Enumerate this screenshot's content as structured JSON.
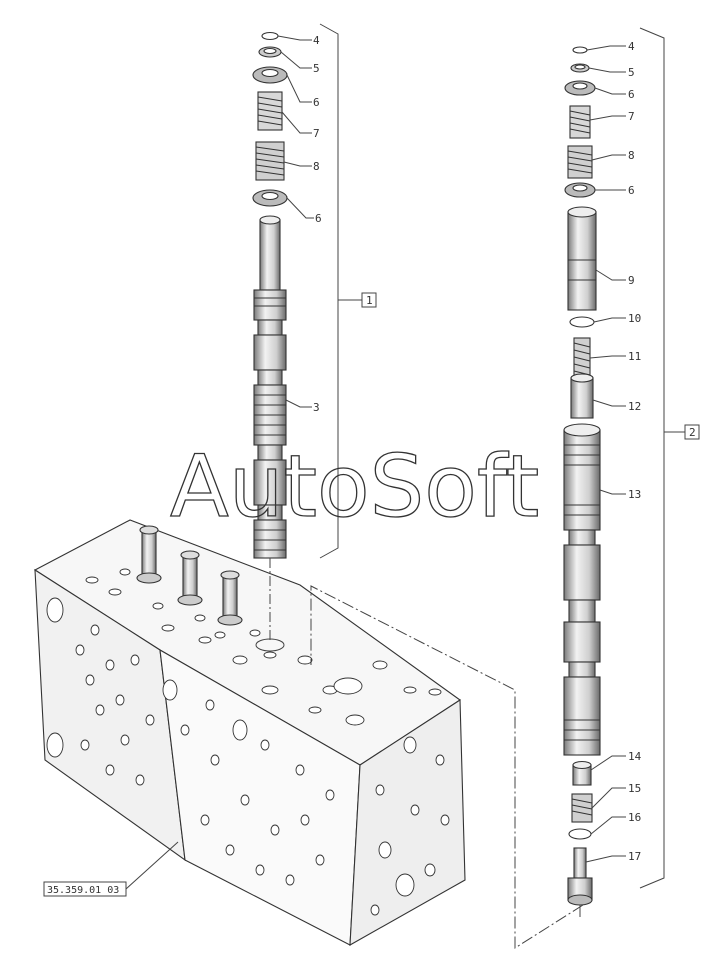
{
  "watermark": "AutoSoft",
  "references": {
    "group_1": "1",
    "group_2": "2",
    "valve_body": "35.359.01 03"
  },
  "left_assembly": {
    "callouts": [
      {
        "id": "l4",
        "text": "4"
      },
      {
        "id": "l5",
        "text": "5"
      },
      {
        "id": "l6a",
        "text": "6"
      },
      {
        "id": "l7",
        "text": "7"
      },
      {
        "id": "l8",
        "text": "8"
      },
      {
        "id": "l6b",
        "text": "6"
      },
      {
        "id": "l3",
        "text": "3"
      }
    ]
  },
  "right_assembly": {
    "callouts": [
      {
        "id": "r4",
        "text": "4"
      },
      {
        "id": "r5",
        "text": "5"
      },
      {
        "id": "r6a",
        "text": "6"
      },
      {
        "id": "r7",
        "text": "7"
      },
      {
        "id": "r8",
        "text": "8"
      },
      {
        "id": "r6b",
        "text": "6"
      },
      {
        "id": "r9",
        "text": "9"
      },
      {
        "id": "r10",
        "text": "10"
      },
      {
        "id": "r11",
        "text": "11"
      },
      {
        "id": "r12",
        "text": "12"
      },
      {
        "id": "r13",
        "text": "13"
      },
      {
        "id": "r14",
        "text": "14"
      },
      {
        "id": "r15",
        "text": "15"
      },
      {
        "id": "r16",
        "text": "16"
      },
      {
        "id": "r17",
        "text": "17"
      }
    ]
  },
  "colors": {
    "ink": "#333333",
    "paper": "#ffffff",
    "part_fill": "#e6e6e6",
    "part_dark": "#9a9a9a"
  }
}
